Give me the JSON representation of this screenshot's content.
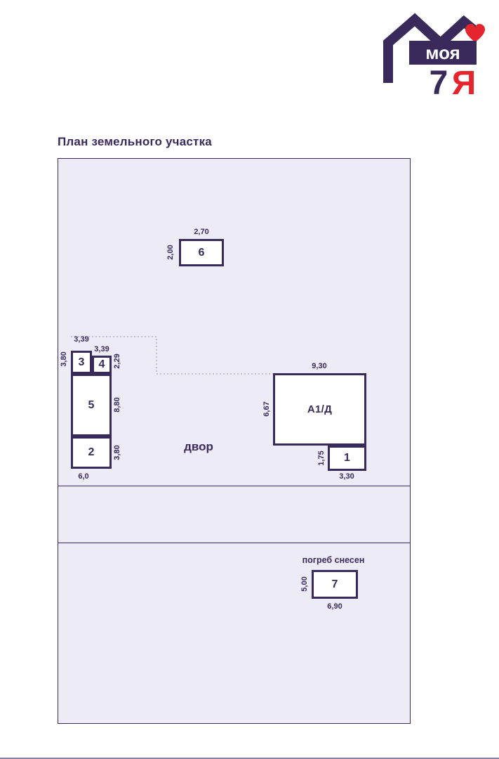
{
  "title": "План земельного участка",
  "logo": {
    "moya": "моя",
    "seven": "7",
    "ya": "Я"
  },
  "plan": {
    "yard_label": "двор",
    "cellar_note": "погреб снесен",
    "buildings": [
      {
        "label": "6",
        "dim_top": "2,70",
        "dim_left": "2,00"
      },
      {
        "label": "3",
        "dim_top": "3,39",
        "dim_left": "3,80"
      },
      {
        "label": "4",
        "dim_top": "3,39",
        "dim_right": "2,29"
      },
      {
        "label": "5",
        "dim_right": "8,80"
      },
      {
        "label": "2",
        "dim_right": "3,80",
        "dim_bottom": "6,0"
      },
      {
        "label": "А1/Д",
        "dim_top": "9,30",
        "dim_left": "6,67"
      },
      {
        "label": "1",
        "dim_left": "1,75",
        "dim_bottom": "3,30"
      },
      {
        "label": "7",
        "dim_left": "5,00",
        "dim_bottom": "6,90"
      }
    ]
  },
  "colors": {
    "purple": "#3a2a5c",
    "lavender": "#edecf6",
    "red": "#e5252e"
  }
}
